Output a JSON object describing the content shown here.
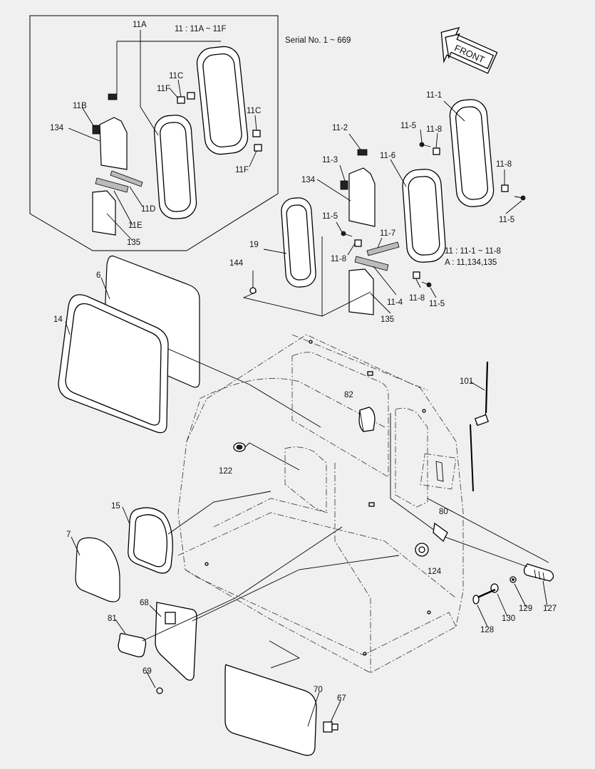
{
  "diagram": {
    "serial": "Serial No. 1 ~ 669",
    "front": "FRONT",
    "inset_group": "11 : 11A ~ 11F",
    "group_note_1": "11 : 11-1 ~ 11-8",
    "group_note_2": "A : 11,134,135",
    "labels": {
      "l11A": "11A",
      "l11B": "11B",
      "l11C_a": "11C",
      "l11C_b": "11C",
      "l11F_a": "11F",
      "l11F_b": "11F",
      "l11D": "11D",
      "l11E": "11E",
      "l134_a": "134",
      "l135_a": "135",
      "l11_1": "11-1",
      "l11_2": "11-2",
      "l11_3": "11-3",
      "l11_4": "11-4",
      "l11_5a": "11-5",
      "l11_5b": "11-5",
      "l11_5c": "11-5",
      "l11_5d": "11-5",
      "l11_6": "11-6",
      "l11_7": "11-7",
      "l11_8a": "11-8",
      "l11_8b": "11-8",
      "l11_8c": "11-8",
      "l11_8d": "11-8",
      "l134_b": "134",
      "l135_b": "135",
      "l19": "19",
      "l144": "144",
      "l6": "6",
      "l14": "14",
      "l82": "82",
      "l101": "101",
      "l122": "122",
      "l15": "15",
      "l7": "7",
      "l80": "80",
      "l124": "124",
      "l68": "68",
      "l81": "81",
      "l69": "69",
      "l70": "70",
      "l67": "67",
      "l128": "128",
      "l130": "130",
      "l129": "129",
      "l127": "127"
    }
  }
}
